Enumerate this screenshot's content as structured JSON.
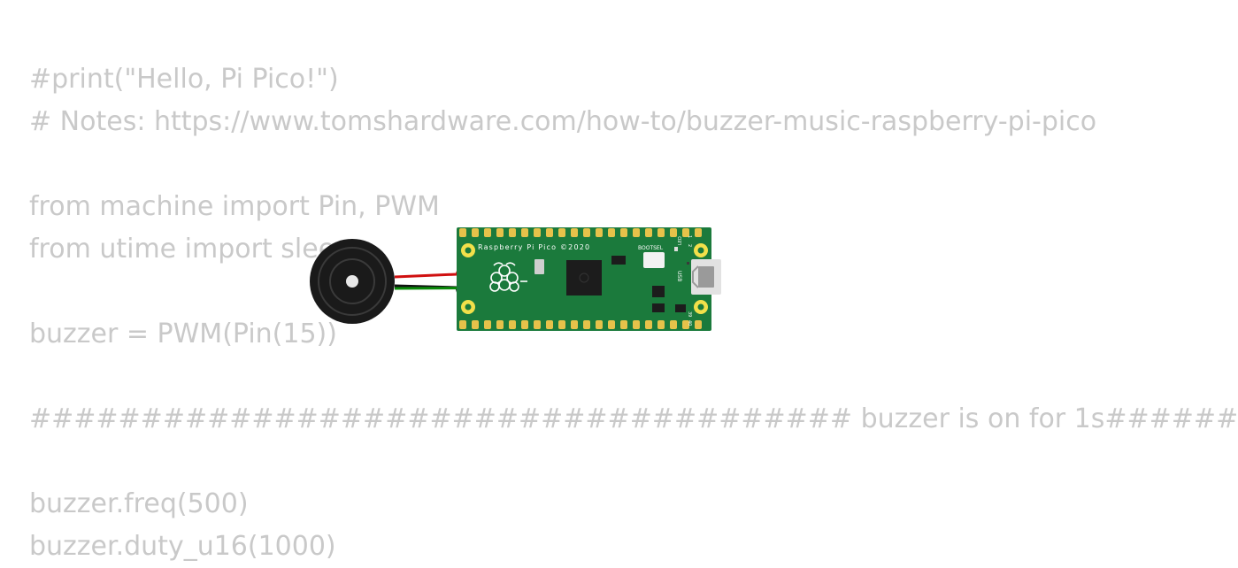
{
  "code": {
    "lines": [
      "#print(\"Hello, Pi Pico!\")",
      "# Notes: https://www.tomshardware.com/how-to/buzzer-music-raspberry-pi-pico",
      "",
      "from machine import Pin, PWM",
      "from utime import sleep",
      "",
      "buzzer = PWM(Pin(15))",
      "",
      "##################################### buzzer is on for 1s######",
      "",
      "buzzer.freq(500)",
      "buzzer.duty_u16(1000)"
    ]
  },
  "board": {
    "name": "Raspberry Pi Pico ©2020",
    "button_label": "BOOTSEL",
    "led_label": "LED",
    "usb_label": "USB",
    "pin_label_top": "1",
    "pin_label_top2": "2",
    "pin_label_bottom": "39",
    "pin_label_bottom2": "40",
    "color": "#1b7a3c"
  },
  "buzzer": {
    "color": "#1a1a1a"
  },
  "wires": {
    "red": "#d01010",
    "black": "#111111",
    "green": "#0a8a0a"
  }
}
